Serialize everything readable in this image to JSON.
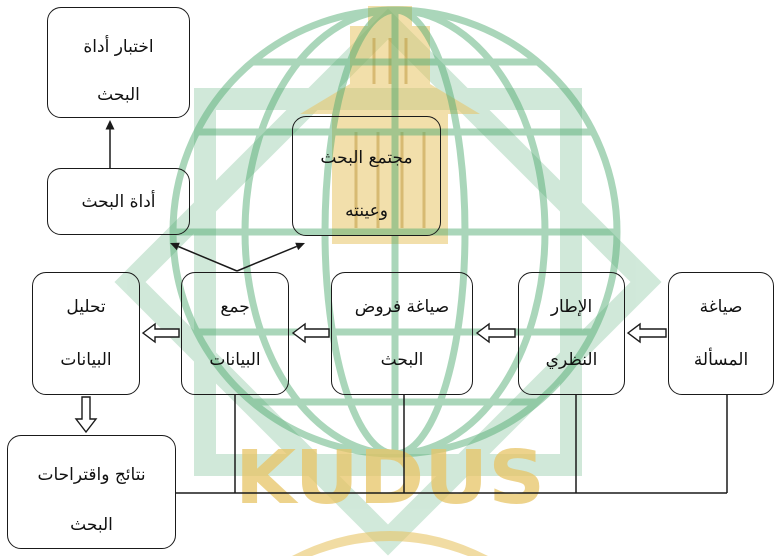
{
  "colors": {
    "box_border": "#1a1a1a",
    "text": "#111111",
    "watermark_green": "#4faa70",
    "watermark_yellow": "#e8c566",
    "background": "#ffffff"
  },
  "watermark": {
    "text": "KUDUS"
  },
  "diagram": {
    "test_instrument": {
      "lines": [
        "اختبار أداة",
        "البحث"
      ]
    },
    "research_instrument": {
      "lines": [
        "أداة البحث"
      ]
    },
    "population_sample": {
      "lines": [
        "مجتمع البحث",
        "وعينته"
      ]
    },
    "data_analysis": {
      "lines": [
        "تحليل",
        "البيانات"
      ]
    },
    "data_collection": {
      "lines": [
        "جمع",
        "البيانات"
      ]
    },
    "hypotheses": {
      "lines": [
        "صياغة فروض",
        "البحث"
      ]
    },
    "theoretical_framework": {
      "lines": [
        "الإطار",
        "النظري"
      ]
    },
    "problem_formulation": {
      "lines": [
        "صياغة",
        "المسألة"
      ]
    },
    "results": {
      "lines": [
        "نتائج واقتراحات",
        "البحث"
      ]
    }
  }
}
